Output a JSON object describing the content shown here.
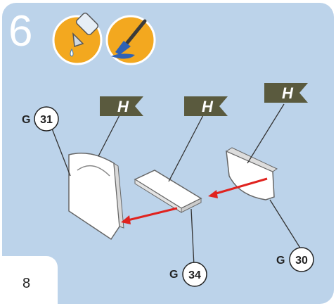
{
  "step": {
    "number": "6"
  },
  "page": {
    "number": "8"
  },
  "icons": [
    "glue-icon",
    "paint-brush-icon"
  ],
  "colors": {
    "panel": "#bcd3ea",
    "flag": "#5a5a3e",
    "icon_circle": "#f3a81f",
    "arrow": "#e0231f"
  },
  "flags": [
    {
      "letter": "H"
    },
    {
      "letter": "H"
    },
    {
      "letter": "H"
    }
  ],
  "parts": [
    {
      "letter": "G",
      "number": "31"
    },
    {
      "letter": "G",
      "number": "34"
    },
    {
      "letter": "G",
      "number": "30"
    }
  ]
}
